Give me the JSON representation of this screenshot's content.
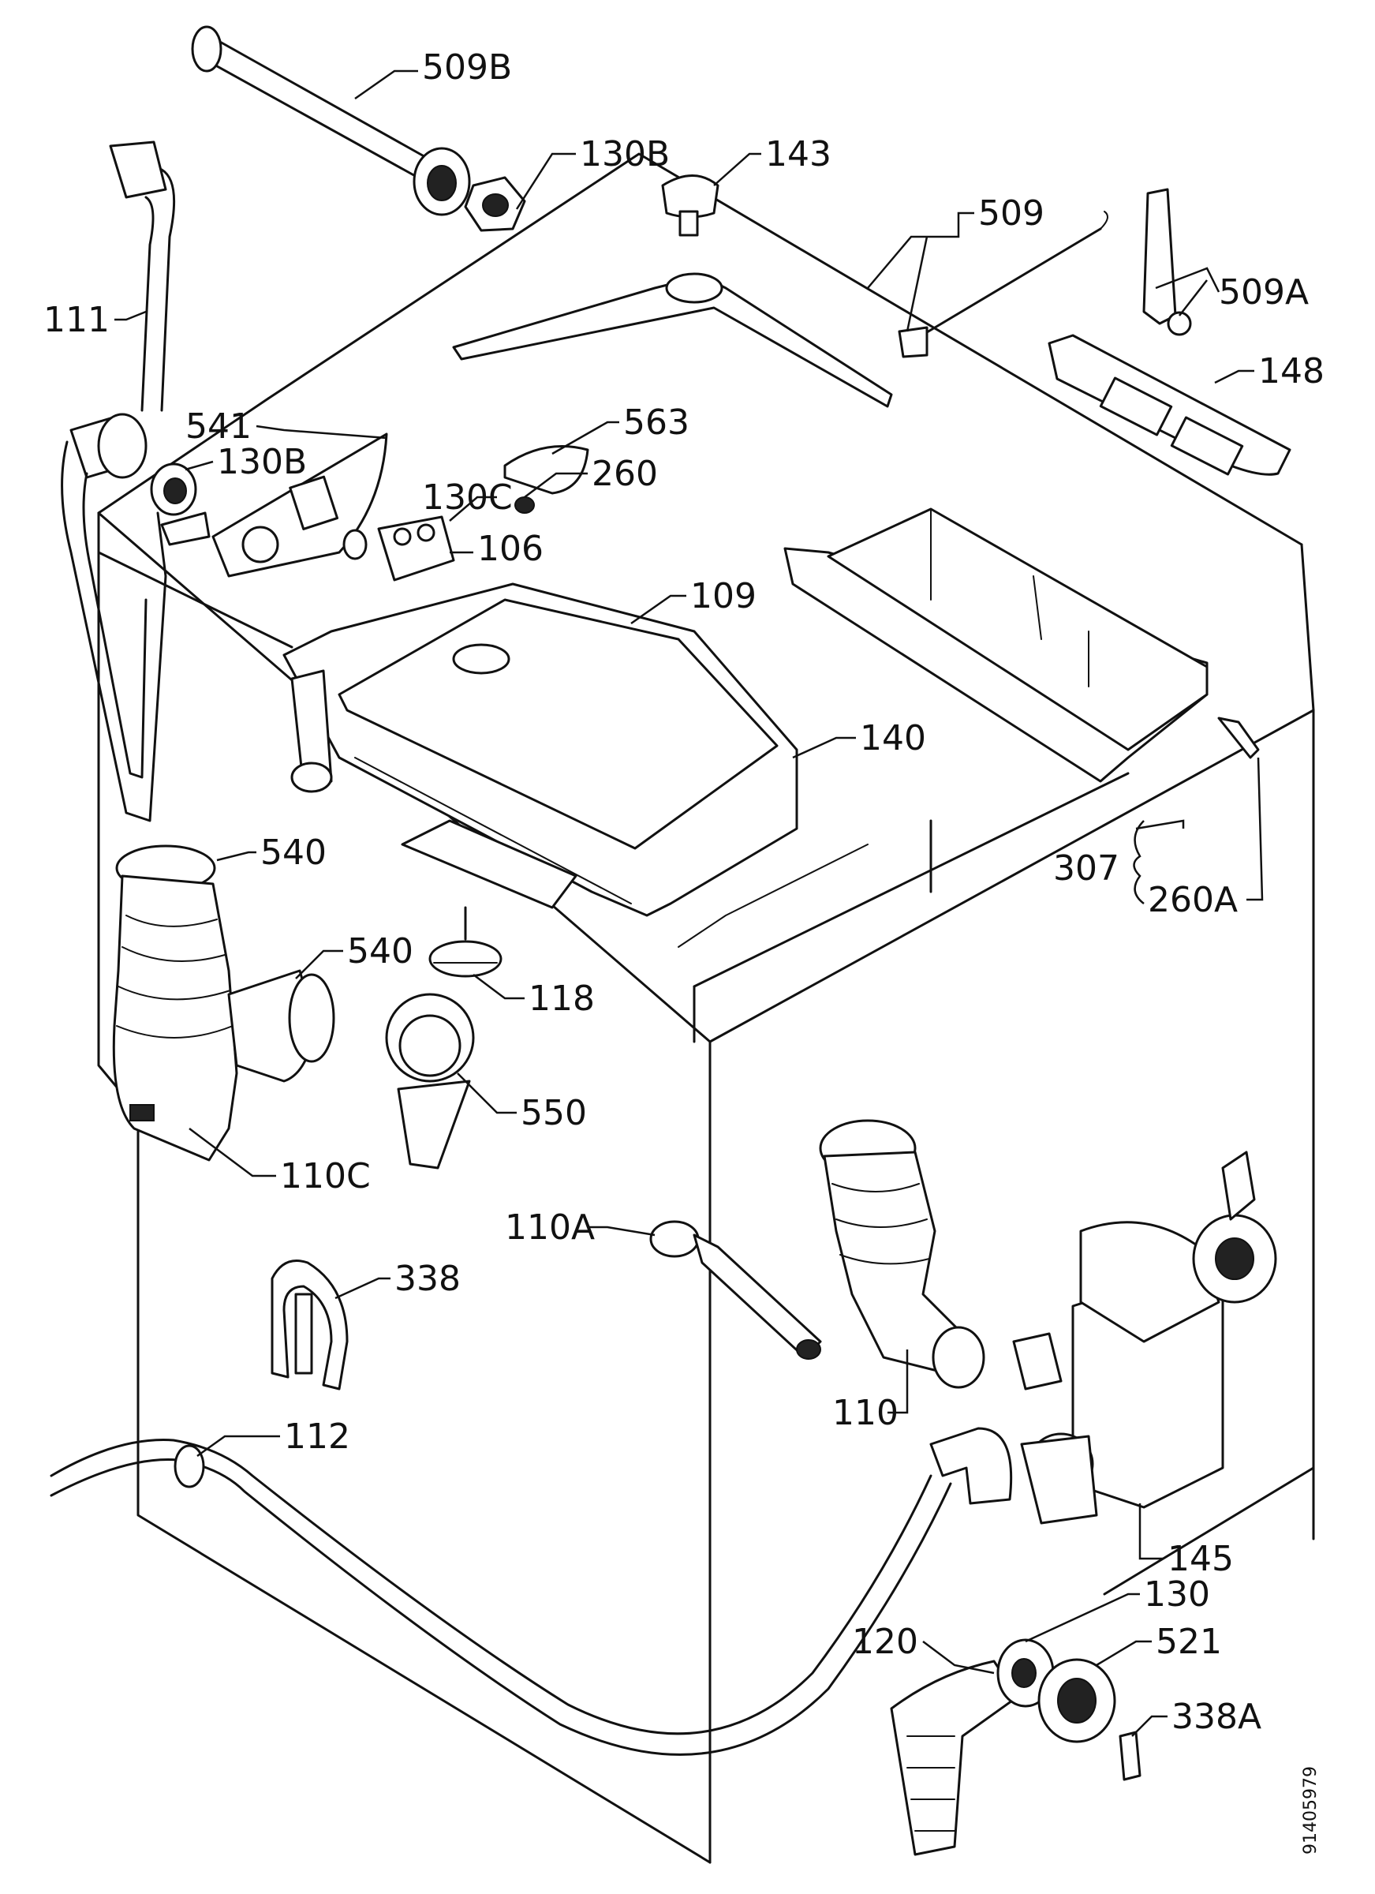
{
  "diagram": {
    "labels": {
      "l509B": "509B",
      "l130B_top": "130B",
      "l143": "143",
      "l509": "509",
      "l111": "111",
      "l509A": "509A",
      "l148": "148",
      "l541": "541",
      "l130B": "130B",
      "l563": "563",
      "l260": "260",
      "l130C": "130C",
      "l106": "106",
      "l109": "109",
      "l140": "140",
      "l307": "307",
      "l260A": "260A",
      "l540_a": "540",
      "l540_b": "540",
      "l118": "118",
      "l550": "550",
      "l110C": "110C",
      "l110A": "110A",
      "l338": "338",
      "l110": "110",
      "l112": "112",
      "l145": "145",
      "l130": "130",
      "l120": "120",
      "l521": "521",
      "l338A": "338A"
    },
    "drawing_code": "91405979"
  }
}
